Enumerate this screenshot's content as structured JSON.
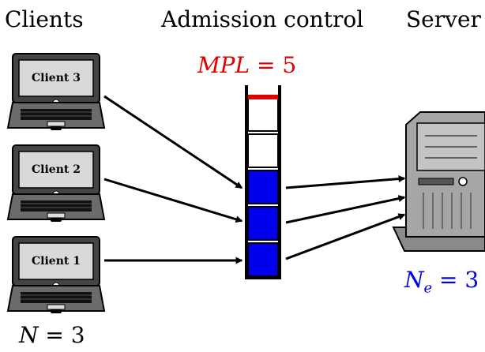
{
  "headings": {
    "clients": "Clients",
    "admission": "Admission control",
    "server": "Server"
  },
  "mpl": {
    "name": "MPL",
    "value": "5"
  },
  "client_count": {
    "name": "N",
    "value": "3"
  },
  "server_count": {
    "name": "N",
    "sub": "e",
    "value": "3"
  },
  "clients": [
    {
      "label": "Client 3"
    },
    {
      "label": "Client 2"
    },
    {
      "label": "Client 1"
    }
  ],
  "queue": {
    "capacity": 5,
    "filled": 3,
    "filled_color": "#0000ee",
    "limit_color": "#e00000"
  },
  "colors": {
    "arrow": "#000000",
    "laptop_body": "#6b6b6b",
    "screen": "#d9d9d9",
    "server": "#9a9a9a"
  }
}
